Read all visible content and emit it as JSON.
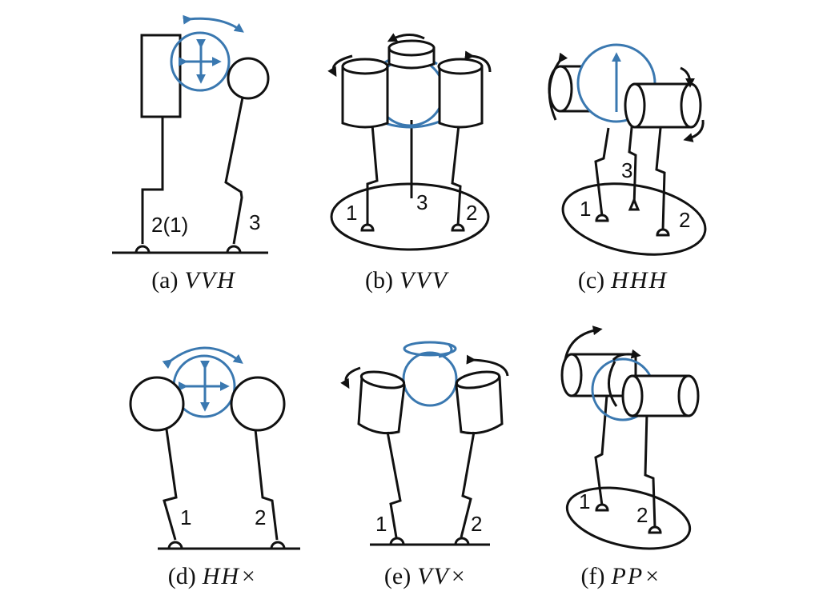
{
  "panels": [
    {
      "mark": "(a)",
      "code": "VVH",
      "labels": [
        "2(1)",
        "3"
      ]
    },
    {
      "mark": "(b)",
      "code": "VVV",
      "labels": [
        "1",
        "3",
        "2"
      ]
    },
    {
      "mark": "(c)",
      "code": "HHH",
      "labels": [
        "1",
        "3",
        "2"
      ]
    },
    {
      "mark": "(d)",
      "code": "HH×",
      "labels": [
        "1",
        "2"
      ]
    },
    {
      "mark": "(e)",
      "code": "VV×",
      "labels": [
        "1",
        "2"
      ]
    },
    {
      "mark": "(f)",
      "code": "PP×",
      "labels": [
        "1",
        "2"
      ]
    }
  ],
  "colors": {
    "ink": "#111111",
    "accent": "#3a78b0"
  }
}
